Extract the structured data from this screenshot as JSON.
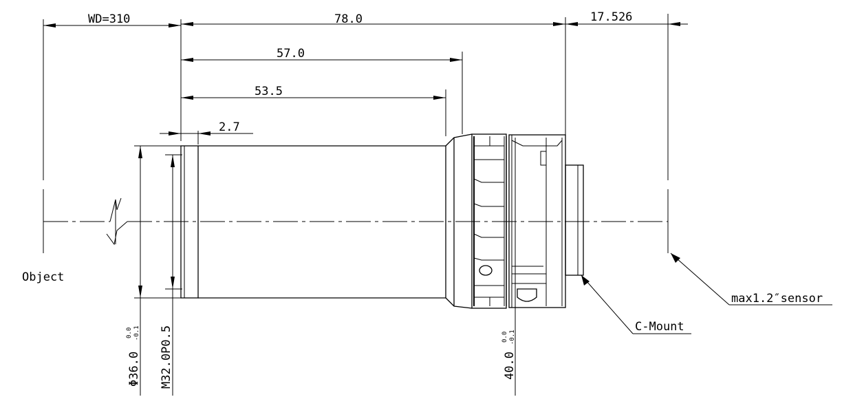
{
  "dimensions": {
    "wd": "WD=310",
    "length_total": "78.0",
    "flange_distance": "17.526",
    "length_57": "57.0",
    "length_53": "53.5",
    "length_2_7": "2.7",
    "diameter_front": "Φ36.0",
    "diameter_front_tol_upper": "0.0",
    "diameter_front_tol_lower": "-0.1",
    "thread": "M32.0P0.5",
    "diameter_rear": "40.0",
    "diameter_rear_tol_upper": "0.0",
    "diameter_rear_tol_lower": "-0.1"
  },
  "labels": {
    "object": "Object",
    "mount": "C-Mount",
    "sensor": "max1.2″sensor"
  }
}
